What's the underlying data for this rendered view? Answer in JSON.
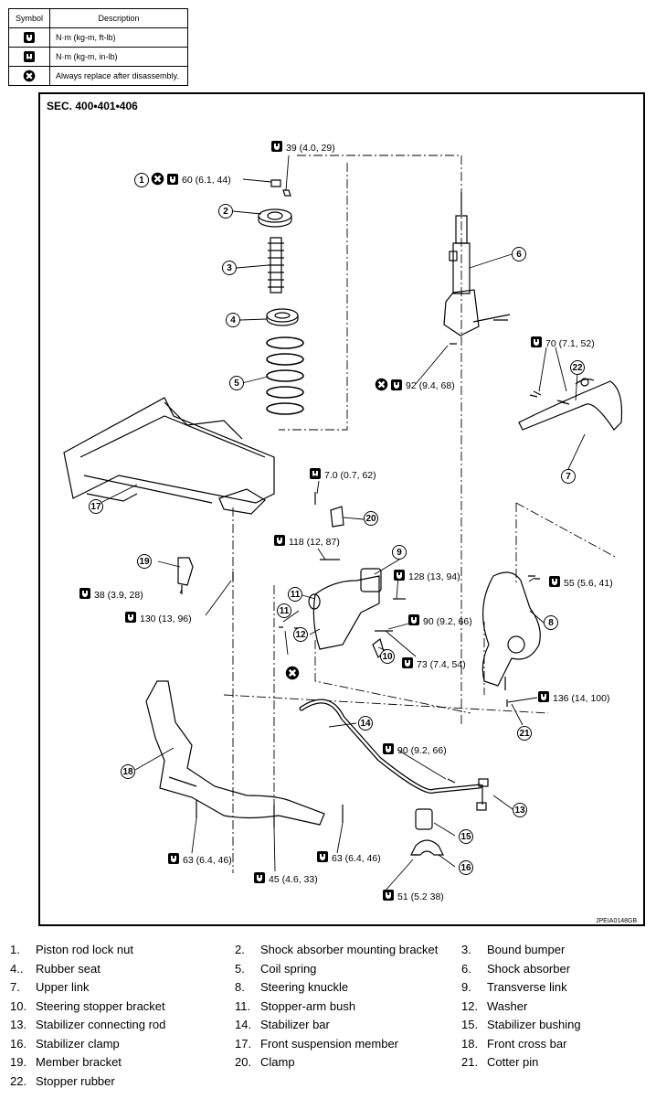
{
  "legend": {
    "header_symbol": "Symbol",
    "header_description": "Description",
    "rows": [
      {
        "icon": "torque-wrench-icon",
        "text": "N·m (kg-m, ft-lb)"
      },
      {
        "icon": "torque-wrench-small-icon",
        "text": "N·m (kg-m, in-lb)"
      },
      {
        "icon": "always-replace-icon",
        "text": "Always replace after disassembly."
      }
    ]
  },
  "diagram": {
    "section": "SEC. 400•401•406",
    "code": "JPEIA0148GB",
    "torques": [
      {
        "id": "t1",
        "text": "39 (4.0, 29)"
      },
      {
        "id": "t2",
        "text": "60 (6.1, 44)"
      },
      {
        "id": "t3",
        "text": "70 (7.1, 52)"
      },
      {
        "id": "t4",
        "text": "92 (9.4, 68)"
      },
      {
        "id": "t5",
        "text": "7.0 (0.7, 62)"
      },
      {
        "id": "t6",
        "text": "118 (12, 87)"
      },
      {
        "id": "t7",
        "text": "128 (13, 94)"
      },
      {
        "id": "t8",
        "text": "55 (5.6, 41)"
      },
      {
        "id": "t9",
        "text": "38 (3.9, 28)"
      },
      {
        "id": "t10",
        "text": "130 (13, 96)"
      },
      {
        "id": "t11",
        "text": "90 (9.2, 66)"
      },
      {
        "id": "t12",
        "text": "73 (7.4, 54)"
      },
      {
        "id": "t13",
        "text": "136 (14, 100)"
      },
      {
        "id": "t14",
        "text": "90 (9.2, 66)"
      },
      {
        "id": "t15",
        "text": "63 (6.4, 46)"
      },
      {
        "id": "t16",
        "text": "63 (6.4, 46)"
      },
      {
        "id": "t17",
        "text": "45 (4.6, 33)"
      },
      {
        "id": "t18",
        "text": "51 (5.2 38)"
      }
    ],
    "callouts": [
      "1",
      "2",
      "3",
      "4",
      "5",
      "6",
      "7",
      "8",
      "9",
      "10",
      "11",
      "11",
      "12",
      "13",
      "14",
      "15",
      "16",
      "17",
      "18",
      "19",
      "20",
      "21",
      "22"
    ]
  },
  "parts": [
    {
      "num": "1.",
      "name": "Piston rod lock nut"
    },
    {
      "num": "2.",
      "name": "Shock absorber mounting bracket"
    },
    {
      "num": "3.",
      "name": "Bound bumper"
    },
    {
      "num": "4..",
      "name": "Rubber seat"
    },
    {
      "num": "5.",
      "name": "Coil spring"
    },
    {
      "num": "6.",
      "name": "Shock absorber"
    },
    {
      "num": "7.",
      "name": "Upper link"
    },
    {
      "num": "8.",
      "name": "Steering knuckle"
    },
    {
      "num": "9.",
      "name": "Transverse link"
    },
    {
      "num": "10.",
      "name": "Steering stopper bracket"
    },
    {
      "num": "11.",
      "name": "Stopper-arm bush"
    },
    {
      "num": "12.",
      "name": "Washer"
    },
    {
      "num": "13.",
      "name": "Stabilizer connecting rod"
    },
    {
      "num": "14.",
      "name": "Stabilizer bar"
    },
    {
      "num": "15.",
      "name": "Stabilizer bushing"
    },
    {
      "num": "16.",
      "name": "Stabilizer clamp"
    },
    {
      "num": "17.",
      "name": "Front suspension member"
    },
    {
      "num": "18.",
      "name": "Front cross bar"
    },
    {
      "num": "19.",
      "name": "Member bracket"
    },
    {
      "num": "20.",
      "name": "Clamp"
    },
    {
      "num": "21.",
      "name": "Cotter pin"
    },
    {
      "num": "22.",
      "name": "Stopper rubber"
    }
  ]
}
